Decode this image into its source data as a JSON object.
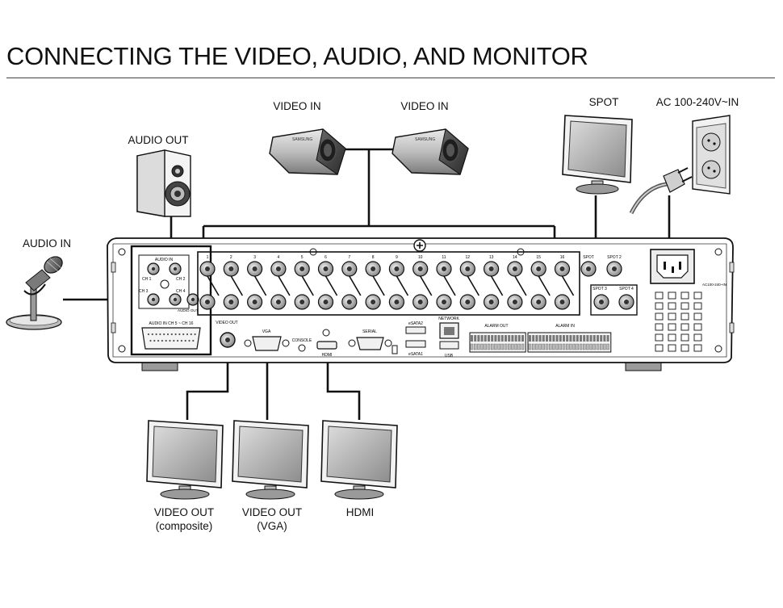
{
  "page": {
    "title": "CONNECTING THE VIDEO, AUDIO, AND MONITOR"
  },
  "devices": {
    "audio_out": "AUDIO OUT",
    "audio_in": "AUDIO IN",
    "video_in_1": "VIDEO IN",
    "video_in_2": "VIDEO IN",
    "spot": "SPOT",
    "power": "AC 100-240V~IN",
    "camera_brand": "SAMSUNG",
    "monitor_composite": {
      "line1": "VIDEO OUT",
      "line2": "(composite)"
    },
    "monitor_vga": {
      "line1": "VIDEO OUT",
      "line2": "(VGA)"
    },
    "monitor_hdmi": {
      "line1": "HDMI",
      "line2": ""
    }
  },
  "rear_panel": {
    "audio_in": "AUDIO IN",
    "ch1": "CH 1",
    "ch2": "CH 2",
    "ch3": "CH 3",
    "ch4": "CH 4",
    "audio_out": "AUDIO OUT",
    "audio_in_range": "AUDIO IN CH 5 ~ CH 16",
    "video_out": "VIDEO OUT",
    "vga": "VGA",
    "console": "CONSOLE",
    "hdmi": "HDMI",
    "serial": "SERIAL",
    "esata2": "eSATA2",
    "esata1": "eSATA1",
    "network": "NETWORK",
    "usb": "USB",
    "alarm_out": "ALARM OUT",
    "alarm_in": "ALARM IN",
    "spot1": "SPOT",
    "spot2": "SPOT 2",
    "spot3": "SPOT 3",
    "spot4": "SPOT 4",
    "ac_in": "AC100-240~IN",
    "channels": [
      "1",
      "2",
      "3",
      "4",
      "5",
      "6",
      "7",
      "8",
      "9",
      "10",
      "11",
      "12",
      "13",
      "14",
      "15",
      "16"
    ]
  }
}
